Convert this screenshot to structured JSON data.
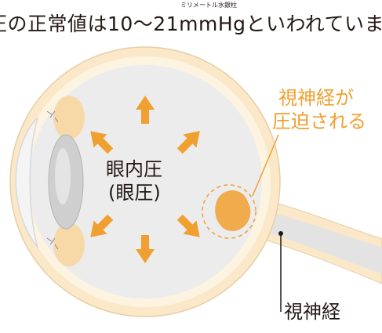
{
  "header": {
    "ruby": "ミリメートル水銀柱",
    "text": "圧の正常値は10〜21mmHgといわれていま"
  },
  "diagram": {
    "pressure_label_line1": "眼内圧",
    "pressure_label_line2": "(眼圧)",
    "callout_line1": "視神経が",
    "callout_line2": "圧迫される",
    "nerve_label": "視神経"
  },
  "colors": {
    "outer_sclera": "#fbe8c8",
    "eye_interior": "#ededed",
    "orange_accent": "#f0a030",
    "lens": "#cfcfcf",
    "line_dark": "#231815"
  }
}
